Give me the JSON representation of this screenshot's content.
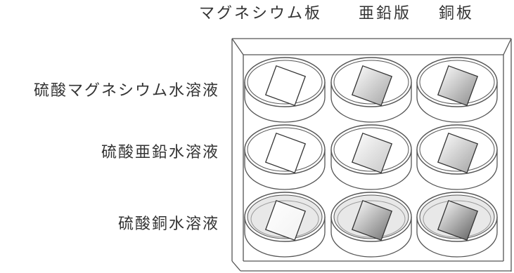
{
  "columns": [
    {
      "label": "マグネシウム板"
    },
    {
      "label": "亜鉛版"
    },
    {
      "label": "銅板"
    }
  ],
  "rows": [
    {
      "label": "硫酸マグネシウム水溶液"
    },
    {
      "label": "硫酸亜鉛水溶液"
    },
    {
      "label": "硫酸銅水溶液"
    }
  ],
  "colors": {
    "line": "#555555",
    "plates": [
      [
        "#ffffff",
        "#a4a4a4",
        "#8c8c8c"
      ],
      [
        "#ffffff",
        "#c6c6c6",
        "#a2a2a2"
      ],
      [
        "#f2f2f2",
        "#707070",
        "#5c5c5c"
      ]
    ],
    "solutions": [
      "#ffffff",
      "#ffffff",
      "#e8e8e8"
    ]
  }
}
